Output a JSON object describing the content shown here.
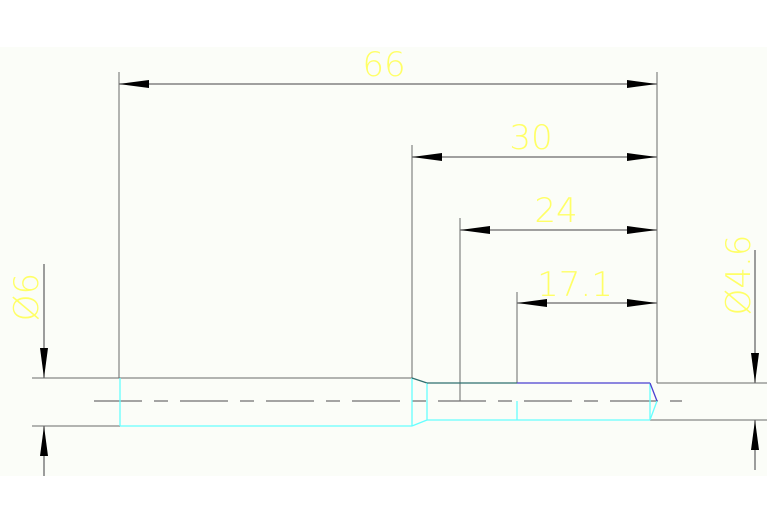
{
  "drawing": {
    "colors": {
      "background_outer": "#ffffff",
      "background_canvas": "#fbfdf8",
      "dimension_line": "#6a6a6a",
      "arrowhead": "#000000",
      "dimension_text": "#ffff66",
      "shaft_outline": "#66ffff",
      "shaft_top_edge_dark": "#2e6f6f",
      "shaft_top_edge_blue": "#4a3fd0",
      "centerline": "#707070"
    },
    "dimensions": {
      "overall_length": {
        "label": "66"
      },
      "step_length": {
        "label": "30"
      },
      "section_24": {
        "label": "24"
      },
      "thread_length": {
        "label": "17.1"
      },
      "diameter_large": {
        "label": "Ø6"
      },
      "diameter_small": {
        "label": "Ø4.6"
      }
    }
  }
}
